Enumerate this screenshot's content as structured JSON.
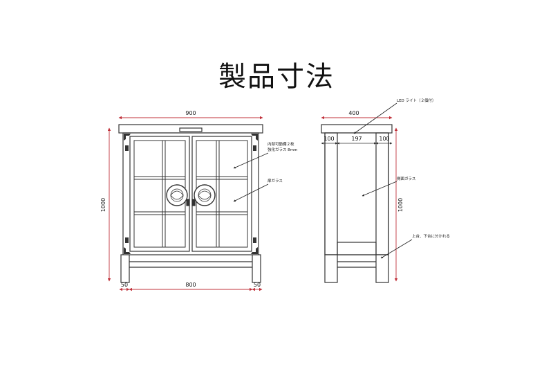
{
  "title": "製品寸法",
  "front_view": {
    "dim_width_total": "900",
    "dim_height": "1000",
    "dim_left_leg": "50",
    "dim_inner_width": "800",
    "dim_right_leg": "50",
    "note_shelf_line1": "内部可動棚２枚",
    "note_shelf_line2": "強化ガラス 8mm",
    "note_door_glass": "扉ガラス"
  },
  "side_view": {
    "dim_depth_total": "400",
    "dim_segment_left": "100",
    "dim_segment_center": "197",
    "dim_segment_right": "100",
    "dim_height": "1000",
    "note_led": "LED ライト（２個付）",
    "note_side_glass": "側面ガラス",
    "note_split": "上台、下台に分かれる"
  },
  "colors": {
    "dimension_line": "#c0303a",
    "drawing_line": "#333333",
    "leader_line": "#222222"
  }
}
